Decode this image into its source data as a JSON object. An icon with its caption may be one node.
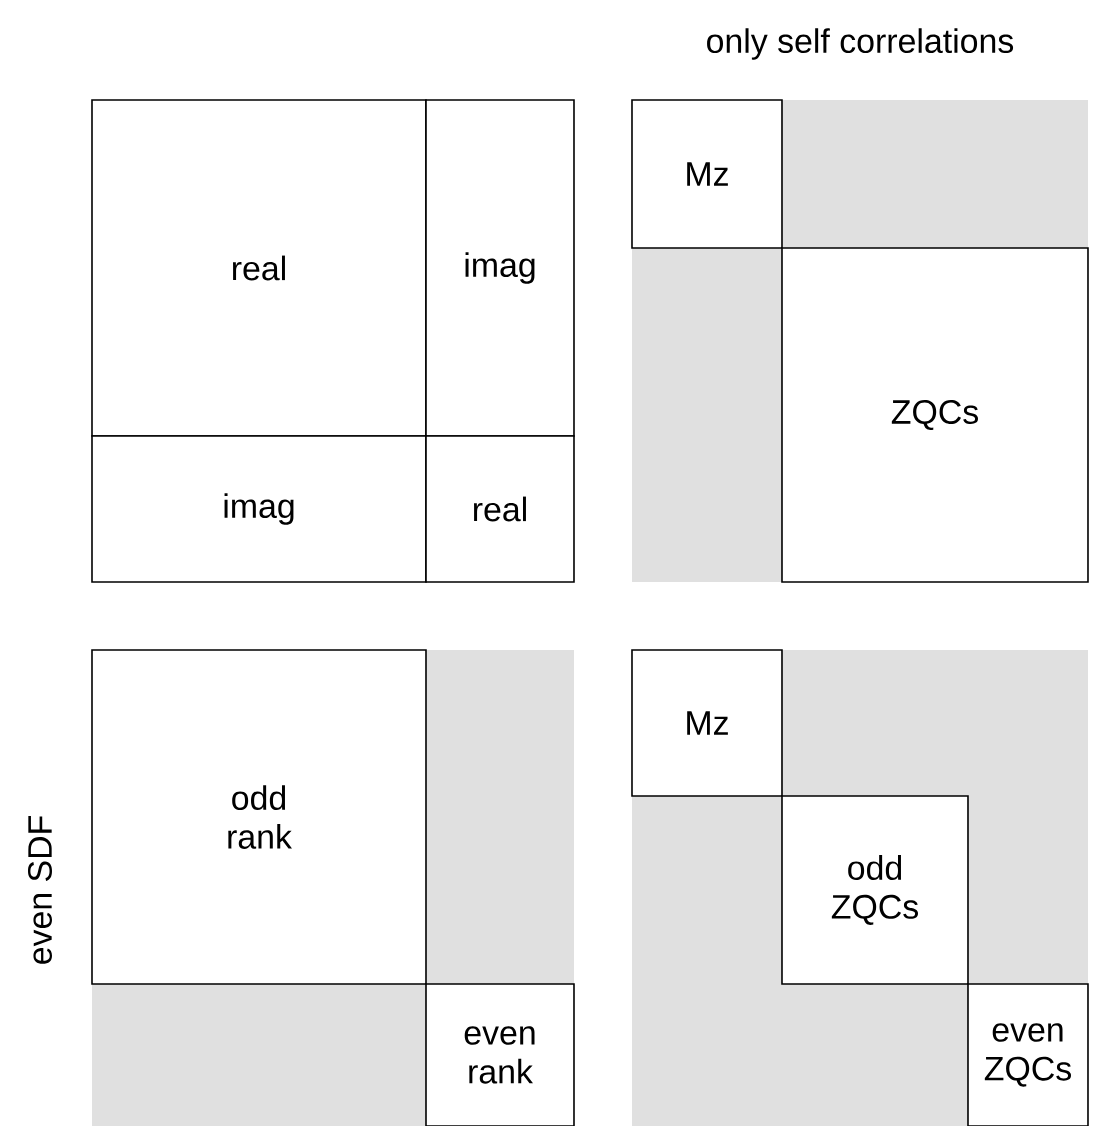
{
  "diagram": {
    "nodes": [
      {
        "text": [
          "real"
        ]
      },
      {
        "text": [
          "imag"
        ]
      },
      {
        "text": [
          "imag"
        ]
      },
      {
        "text": [
          "real"
        ]
      },
      {
        "text": [
          "Mz"
        ]
      },
      {
        "text": [
          "ZQCs"
        ]
      },
      {
        "text": [
          "odd rank"
        ]
      },
      {
        "text": [
          "even rank"
        ]
      },
      {
        "text": [
          "Mz"
        ]
      },
      {
        "text": [
          "odd ZQCs"
        ]
      },
      {
        "text": [
          "even ZQCs"
        ]
      }
    ],
    "labels": [
      "only self correlations",
      "even SDF"
    ]
  }
}
